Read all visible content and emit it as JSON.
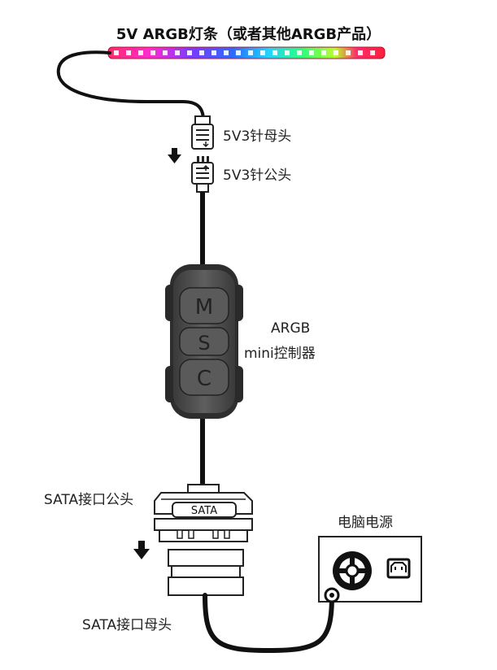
{
  "title": "5V ARGB灯条（或者其他ARGB产品）",
  "labels": {
    "female_3pin": "5V3针母头",
    "male_3pin": "5V3针公头",
    "controller_line1": "ARGB",
    "controller_line2": "mini控制器",
    "sata_male": "SATA接口公头",
    "sata_female": "SATA接口母头",
    "psu": "电脑电源"
  },
  "controller_buttons": [
    "M",
    "S",
    "C"
  ],
  "sata_badge": "SATA",
  "colors": {
    "cable": "#111111",
    "controller_body": "#555555",
    "strip_base": "#e8305a"
  }
}
